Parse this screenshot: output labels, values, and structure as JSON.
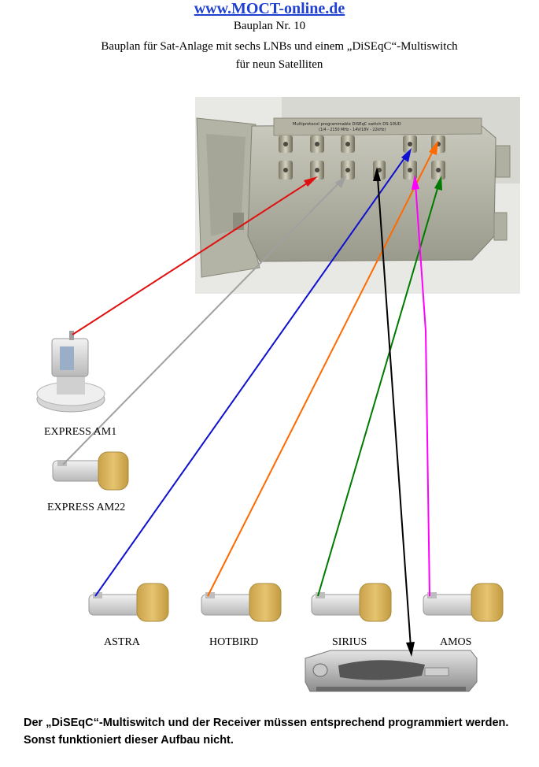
{
  "header": {
    "site": "www.MOCT-online.de",
    "plan_number": "Bauplan Nr. 10",
    "title_line1": "Bauplan für Sat-Anlage mit sechs LNBs und einem „DiSEqC“-Multiswitch",
    "title_line2": "für neun Satelliten"
  },
  "multiswitch": {
    "plate_text_line1": "Multiprotocol programmable DiSEqC switch  DS-10UD",
    "plate_text_line2": "(1/4 - 2150 MHz - 14V/18V - 22kHz)"
  },
  "lnbs": [
    {
      "label": "EXPRESS AM1",
      "cable_color": "#e01010"
    },
    {
      "label": "EXPRESS AM22",
      "cable_color": "#a0a0a0"
    },
    {
      "label": "ASTRA",
      "cable_color": "#1010d0"
    },
    {
      "label": "HOTBIRD",
      "cable_color": "#ff6a00"
    },
    {
      "label": "SIRIUS",
      "cable_color": "#007a00"
    },
    {
      "label": "AMOS",
      "cable_color": "#ff00ff"
    }
  ],
  "receiver": {
    "cable_color": "#000000"
  },
  "footer": {
    "note": "Der „DiSEqC“-Multiswitch und der Receiver müssen entsprechend programmiert werden. Sonst funktioniert dieser Aufbau nicht."
  }
}
